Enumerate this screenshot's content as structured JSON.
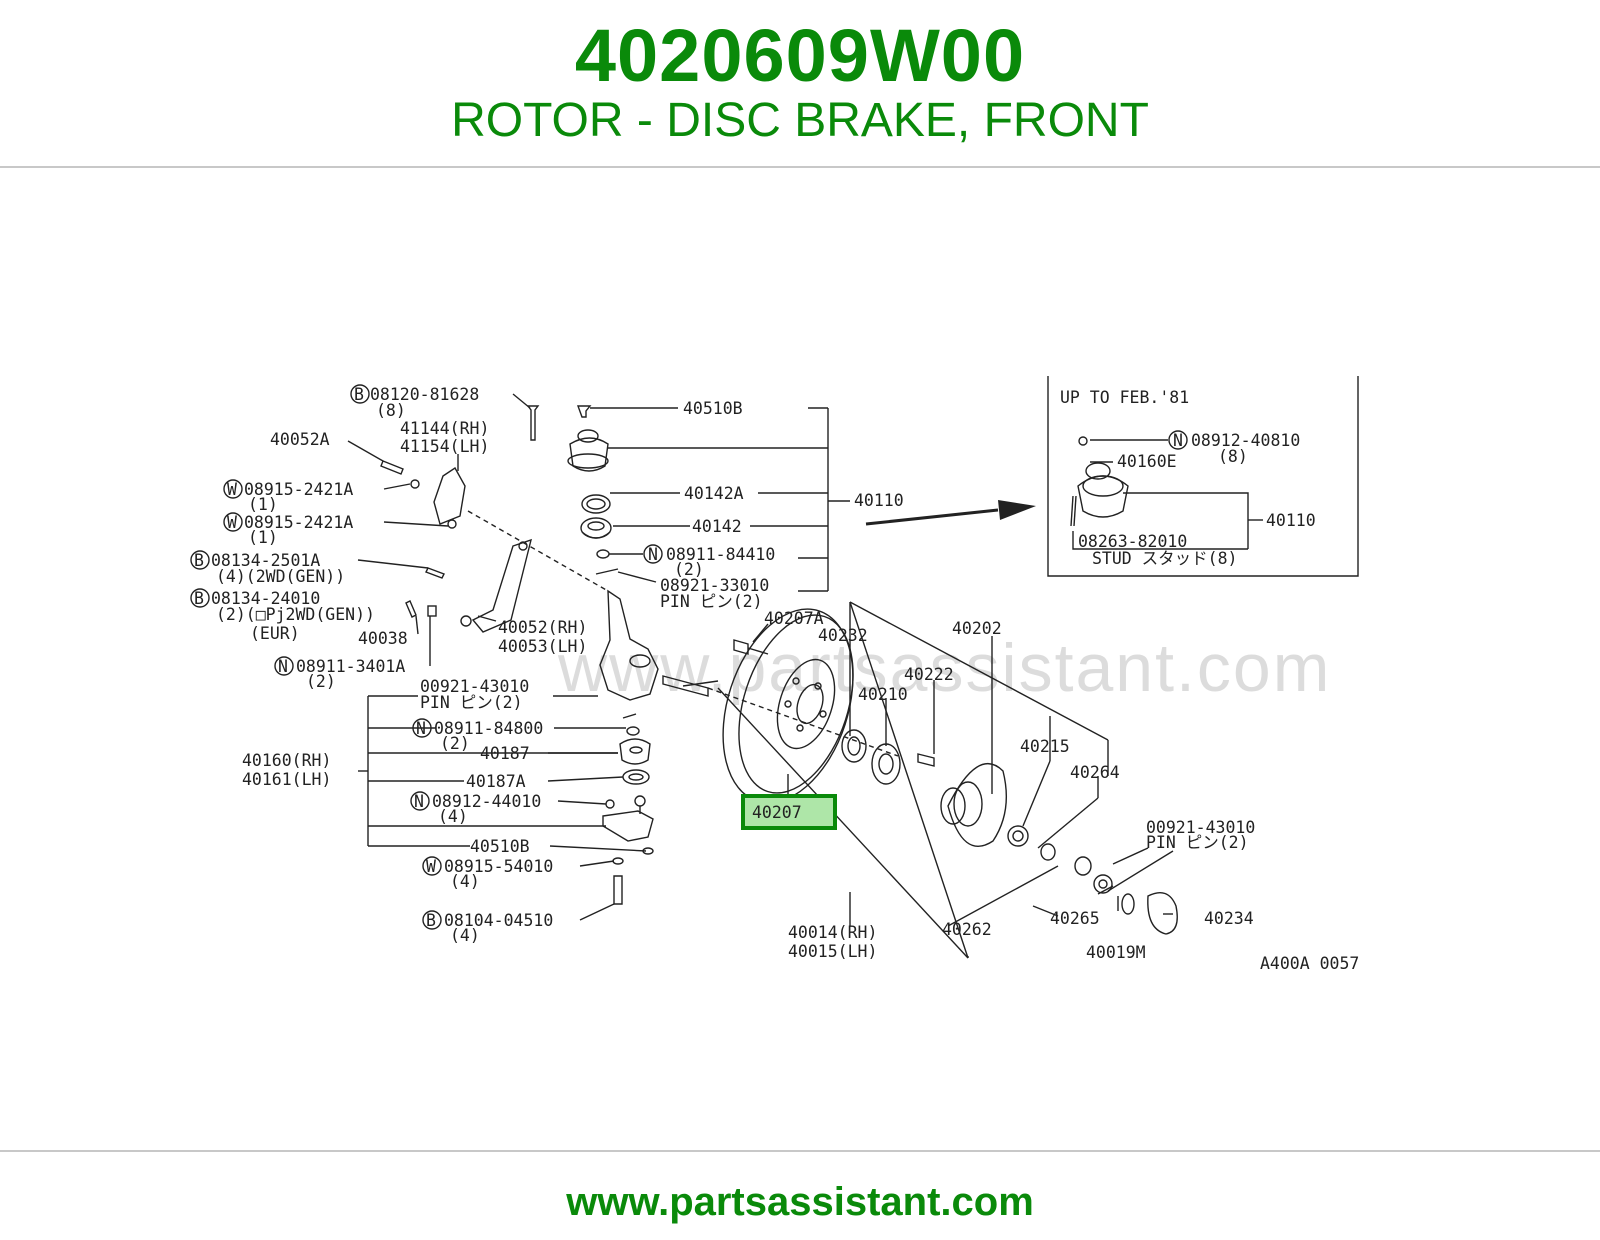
{
  "header": {
    "part_number": "4020609W00",
    "part_name": "ROTOR - DISC BRAKE, FRONT"
  },
  "footer": {
    "url": "www.partsassistant.com"
  },
  "diagram": {
    "watermark": "www.partsassistant.com",
    "inset_title": "UP TO FEB.'81",
    "highlighted_callout": "40207",
    "figure_code": "A400A 0057",
    "accent_color": "#0a8a0a",
    "highlight_color": "#aee6a8",
    "labels": {
      "l01": "B",
      "l02": "08120-81628",
      "l03": "(8)",
      "l04": "40510B",
      "l05": "41144(RH)",
      "l06": "41154(LH)",
      "l07": "40052A",
      "l08": "W",
      "l09": "08915-2421A",
      "l10": "(1)",
      "l11": "W",
      "l12": "08915-2421A",
      "l13": "(1)",
      "l14": "B",
      "l15": "08134-2501A",
      "l16": "(4)(2WD(GEN))",
      "l17": "B",
      "l18": "08134-24010",
      "l19": "(2)(□Pj2WD(GEN))",
      "l20": "(EUR)",
      "l21": "40038",
      "l22": "N",
      "l23": "08911-3401A",
      "l24": "(2)",
      "l25": "40142A",
      "l26": "40142",
      "l27": "N",
      "l28": "08911-84410",
      "l29": "(2)",
      "l30": "08921-33010",
      "l31": "PIN ピン(2)",
      "l32": "40110",
      "l33": "40052(RH)",
      "l34": "40053(LH)",
      "l35": "00921-43010",
      "l36": "PIN ピン(2)",
      "l37": "N",
      "l38": "08911-84800",
      "l39": "(2)",
      "l40": "40187",
      "l41": "40187A",
      "l42": "40160(RH)",
      "l43": "40161(LH)",
      "l44": "N",
      "l45": "08912-44010",
      "l46": "(4)",
      "l47": "40510B",
      "l48": "W",
      "l49": "08915-54010",
      "l50": "(4)",
      "l51": "B",
      "l52": "08104-04510",
      "l53": "(4)",
      "l54": "40207A",
      "l55": "40232",
      "l56": "40202",
      "l57": "40222",
      "l58": "40210",
      "l59": "40215",
      "l60": "40264",
      "l61": "00921-43010",
      "l62": "PIN ピン(2)",
      "l63": "40234",
      "l64": "40265",
      "l65": "40019M",
      "l66": "40262",
      "l67": "40014(RH)",
      "l68": "40015(LH)",
      "l69": "N",
      "l70": "08912-40810",
      "l71": "40160E",
      "l72": "(8)",
      "l73": "40110",
      "l74": "08263-82010",
      "l75": "STUD スタッド(8)"
    }
  }
}
